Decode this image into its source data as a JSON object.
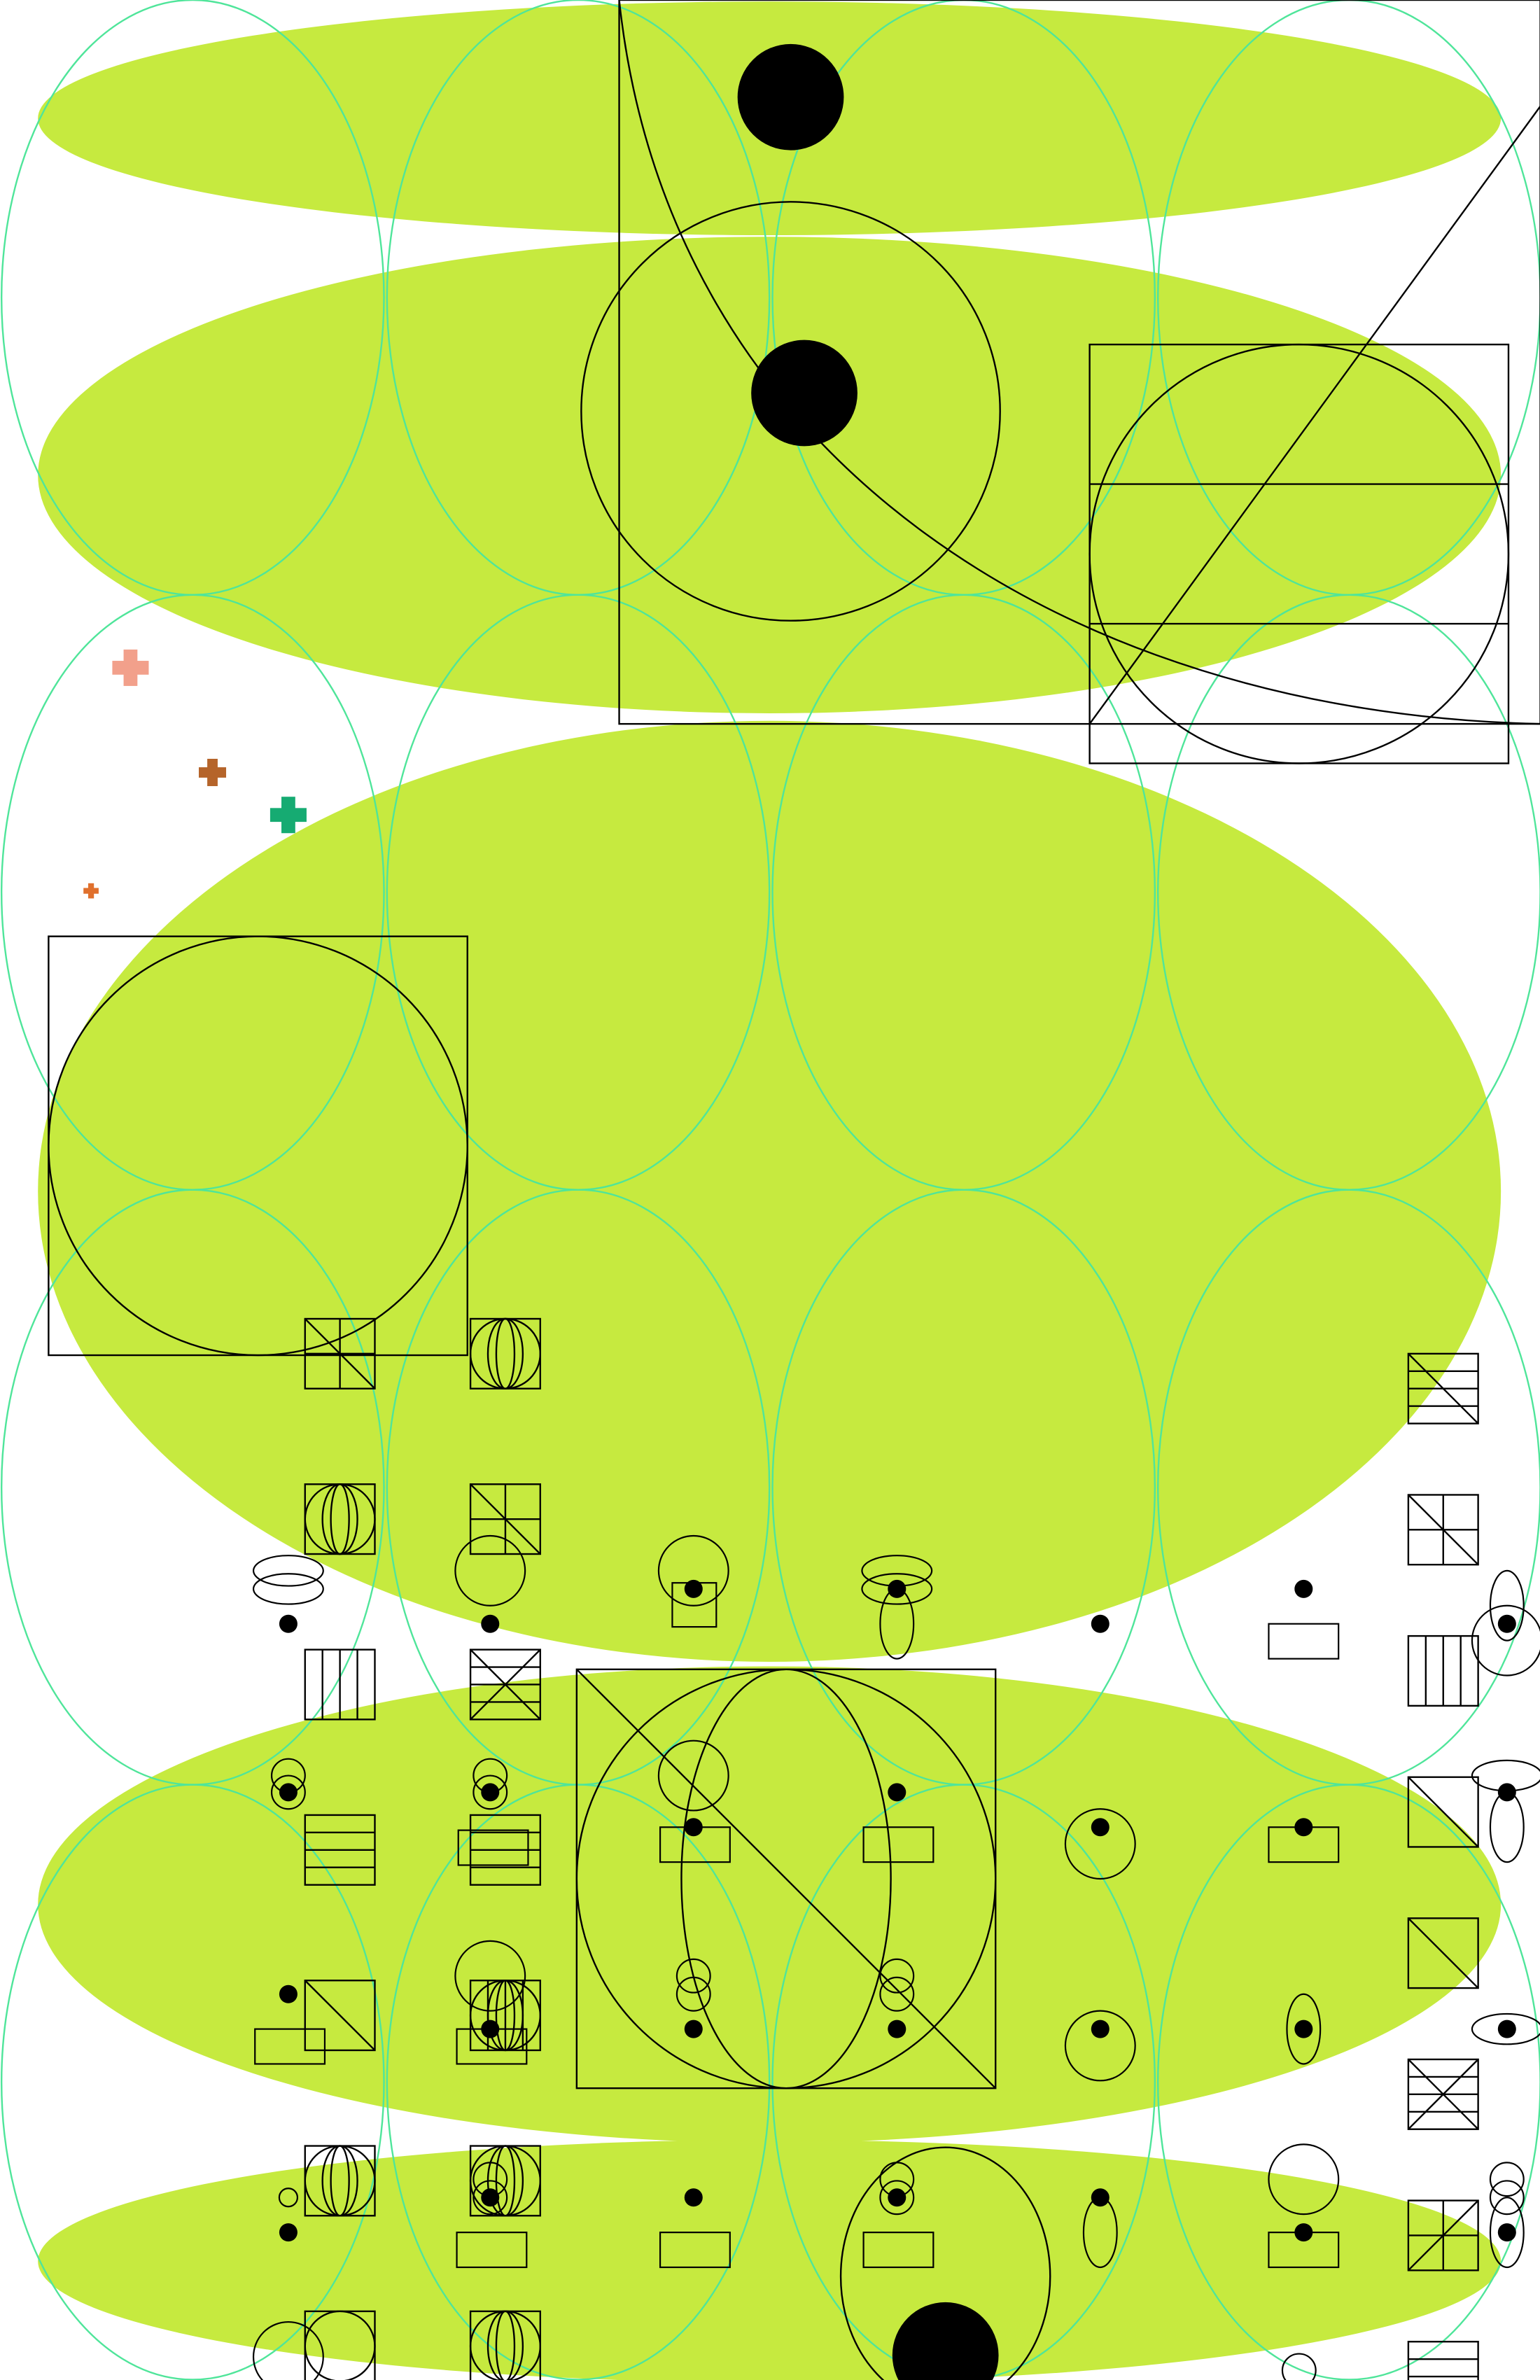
{
  "artwork": {
    "background_color": "#ffffff",
    "palette": {
      "lime_fill": "#c6ea3f",
      "mint_stroke": "#4fe59a",
      "ink": "#000000",
      "plus_salmon": "#f2a08b",
      "plus_brown": "#b5642a",
      "plus_green": "#16ab72",
      "plus_orange": "#e0702d"
    },
    "motif_names": [
      "lime-ellipse",
      "mint-ring",
      "black-dot",
      "glyph-box",
      "plus-mark",
      "circle-square-frame"
    ]
  }
}
